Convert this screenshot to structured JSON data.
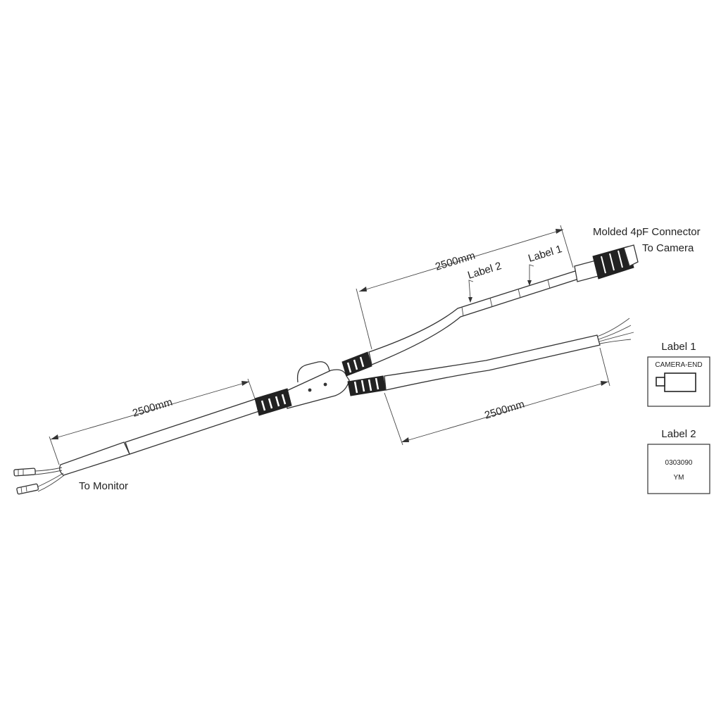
{
  "callouts": {
    "connector_line1": "Molded 4pF Connector",
    "connector_line2": "To Camera",
    "label1_pointer": "Label 1",
    "label2_pointer": "Label 2",
    "to_monitor": "To Monitor"
  },
  "dimensions": {
    "camera_leg": "2500mm",
    "lower_leg": "2500mm",
    "monitor_leg": "2500mm"
  },
  "label_cards": {
    "label1": {
      "title": "Label 1",
      "text": "CAMERA-END",
      "icon": "camera-icon"
    },
    "label2": {
      "title": "Label 2",
      "line1": "0303090",
      "line2": "YM"
    }
  }
}
